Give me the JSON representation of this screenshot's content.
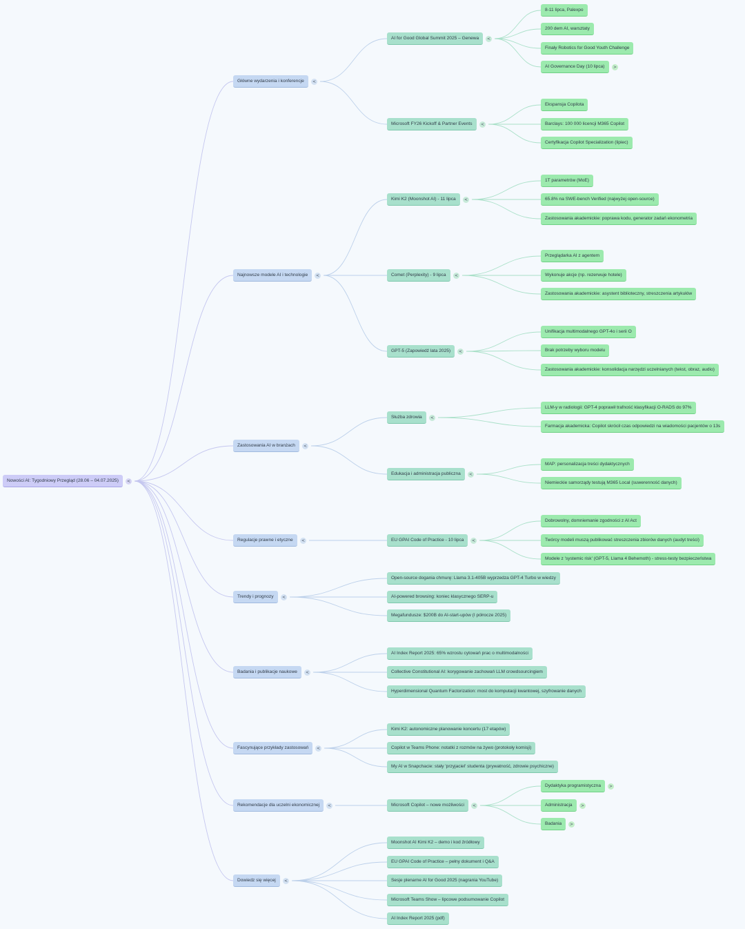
{
  "colors": {
    "background": "#f5f9fd",
    "root": "#cdccf7",
    "level1": "#c5d8f2",
    "level2": "#a8e0cc",
    "level3": "#9ceaae",
    "link_root": "#c4c6ef",
    "link_level1": "#bcd0ea",
    "link_level2": "#a9e0c8"
  },
  "toggle_icons": {
    "expanded": "<",
    "collapsed": ">"
  },
  "mindmap": {
    "id": "root",
    "label": "Nowości AI: Tygodniowy Przegląd (28.06 – 04.07.2025)",
    "expanded": true,
    "children": [
      {
        "id": "n1",
        "label": "Główne wydarzenia i konferencje",
        "expanded": true,
        "children": [
          {
            "id": "n1a",
            "label": "AI for Good Global Summit 2025 – Genewa",
            "expanded": true,
            "children": [
              {
                "id": "n1a1",
                "label": "8-11 lipca, Palexpo"
              },
              {
                "id": "n1a2",
                "label": "200 dem AI, warsztaty"
              },
              {
                "id": "n1a3",
                "label": "Finały Robotics for Good Youth Challenge"
              },
              {
                "id": "n1a4",
                "label": "AI Governance Day (10 lipca)",
                "expanded": false,
                "collapsed": true
              }
            ]
          },
          {
            "id": "n1b",
            "label": "Microsoft FY26 Kickoff & Partner Events",
            "expanded": true,
            "children": [
              {
                "id": "n1b1",
                "label": "Ekspansja Copilota"
              },
              {
                "id": "n1b2",
                "label": "Barclays: 100 000 licencji M365 Copilot"
              },
              {
                "id": "n1b3",
                "label": "Certyfikacja Copilot Specialization (lipiec)"
              }
            ]
          }
        ]
      },
      {
        "id": "n2",
        "label": "Najnowsze modele AI i technologie",
        "expanded": true,
        "children": [
          {
            "id": "n2a",
            "label": "Kimi K2 (Moonshot AI) - 11 lipca",
            "expanded": true,
            "children": [
              {
                "id": "n2a1",
                "label": "1T parametrów (MoE)"
              },
              {
                "id": "n2a2",
                "label": "65.8% na SWE-bench Verified (najwyżej open-source)"
              },
              {
                "id": "n2a3",
                "label": "Zastosowania akademickie: poprawa kodu, generator zadań ekonometria"
              }
            ]
          },
          {
            "id": "n2b",
            "label": "Comet (Perplexity) - 9 lipca",
            "expanded": true,
            "children": [
              {
                "id": "n2b1",
                "label": "Przeglądarka AI z agentem"
              },
              {
                "id": "n2b2",
                "label": "Wykonuje akcje (np. rezerwuje hotele)"
              },
              {
                "id": "n2b3",
                "label": "Zastosowania akademickie: asystent biblioteczny, streszczenia artykułów"
              }
            ]
          },
          {
            "id": "n2c",
            "label": "GPT-5 (Zapowiedź lata 2025)",
            "expanded": true,
            "children": [
              {
                "id": "n2c1",
                "label": "Unifikacja multimodalnego GPT-4o i serii O"
              },
              {
                "id": "n2c2",
                "label": "Brak potrzeby wyboru modelu"
              },
              {
                "id": "n2c3",
                "label": "Zastosowania akademickie: konsolidacja narzędzi uczelnianych (tekst, obraz, audio)"
              }
            ]
          }
        ]
      },
      {
        "id": "n3",
        "label": "Zastosowania AI w branżach",
        "expanded": true,
        "children": [
          {
            "id": "n3a",
            "label": "Służba zdrowia",
            "expanded": true,
            "children": [
              {
                "id": "n3a1",
                "label": "LLM-y w radiologii: GPT-4 poprawił trafność klasyfikacji O-RADS do 97%"
              },
              {
                "id": "n3a2",
                "label": "Farmacja akademicka: Copilot skrócił czas odpowiedzi na wiadomości pacjentów o 13s"
              }
            ]
          },
          {
            "id": "n3b",
            "label": "Edukacja i administracja publiczna",
            "expanded": true,
            "children": [
              {
                "id": "n3b1",
                "label": "MAP: personalizacja treści dydaktycznych"
              },
              {
                "id": "n3b2",
                "label": "Niemieckie samorządy testują M365 Local (suwerenność danych)"
              }
            ]
          }
        ]
      },
      {
        "id": "n4",
        "label": "Regulacje prawne i etyczne",
        "expanded": true,
        "children": [
          {
            "id": "n4a",
            "label": "EU GPAI Code of Practice - 10 lipca",
            "expanded": true,
            "children": [
              {
                "id": "n4a1",
                "label": "Dobrowolny, domniemanie zgodności z AI Act"
              },
              {
                "id": "n4a2",
                "label": "Twórcy modeli muszą publikować streszczenia zbiorów danych (audyt treści)"
              },
              {
                "id": "n4a3",
                "label": "Modele z 'systemic risk' (GPT-5, Llama 4 Behemoth) - stress-testy bezpieczeństwa"
              }
            ]
          }
        ]
      },
      {
        "id": "n5",
        "label": "Trendy i prognozy",
        "expanded": true,
        "children": [
          {
            "id": "n5a",
            "label": "Open-source dogania chmurę: Llama 3.1-405B wyprzedza GPT-4 Turbo w wiedzy"
          },
          {
            "id": "n5b",
            "label": "AI-powered browsing: koniec klasycznego SERP-u"
          },
          {
            "id": "n5c",
            "label": "Megafundusze: $200B do AI-start-upów (I półrocze 2025)"
          }
        ]
      },
      {
        "id": "n6",
        "label": "Badania i publikacje naukowe",
        "expanded": true,
        "children": [
          {
            "id": "n6a",
            "label": "AI Index Report 2025: 65% wzrostu cytowań prac o multimodalności"
          },
          {
            "id": "n6b",
            "label": "Collective Constitutional AI: korygowanie zachowań LLM crowdsourcingiem"
          },
          {
            "id": "n6c",
            "label": "Hyperdimensional Quantum Factorization: most do komputacji kwantowej, szyfrowanie danych"
          }
        ]
      },
      {
        "id": "n7",
        "label": "Fascynujące przykłady zastosowań",
        "expanded": true,
        "children": [
          {
            "id": "n7a",
            "label": "Kimi K2: autonomiczne planowanie koncertu (17 etapów)"
          },
          {
            "id": "n7b",
            "label": "Copilot w Teams Phone: notatki z rozmów na żywo (protokoły komisji)"
          },
          {
            "id": "n7c",
            "label": "My AI w Snapchacie: stały 'przyjaciel' studenta (prywatność, zdrowie psychiczne)"
          }
        ]
      },
      {
        "id": "n8",
        "label": "Rekomendacje dla uczelni ekonomicznej",
        "expanded": true,
        "children": [
          {
            "id": "n8a",
            "label": "Microsoft Copilot – nowe możliwości",
            "expanded": true,
            "children": [
              {
                "id": "n8a1",
                "label": "Dydaktyka programistyczna",
                "collapsed": true
              },
              {
                "id": "n8a2",
                "label": "Administracja",
                "collapsed": true
              },
              {
                "id": "n8a3",
                "label": "Badania",
                "collapsed": true
              }
            ]
          }
        ]
      },
      {
        "id": "n9",
        "label": "Dowiedz się więcej",
        "expanded": true,
        "children": [
          {
            "id": "n9a",
            "label": "Moonshot AI Kimi K2 – demo i kod źródłowy"
          },
          {
            "id": "n9b",
            "label": "EU GPAI Code of Practice – pełny dokument i Q&A"
          },
          {
            "id": "n9c",
            "label": "Sesje plenarne AI for Good 2025 (nagrania YouTube)"
          },
          {
            "id": "n9d",
            "label": "Microsoft Teams Show – lipcowe podsumowanie Copilot"
          },
          {
            "id": "n9e",
            "label": "AI Index Report 2025 (pdf)"
          }
        ]
      }
    ]
  }
}
